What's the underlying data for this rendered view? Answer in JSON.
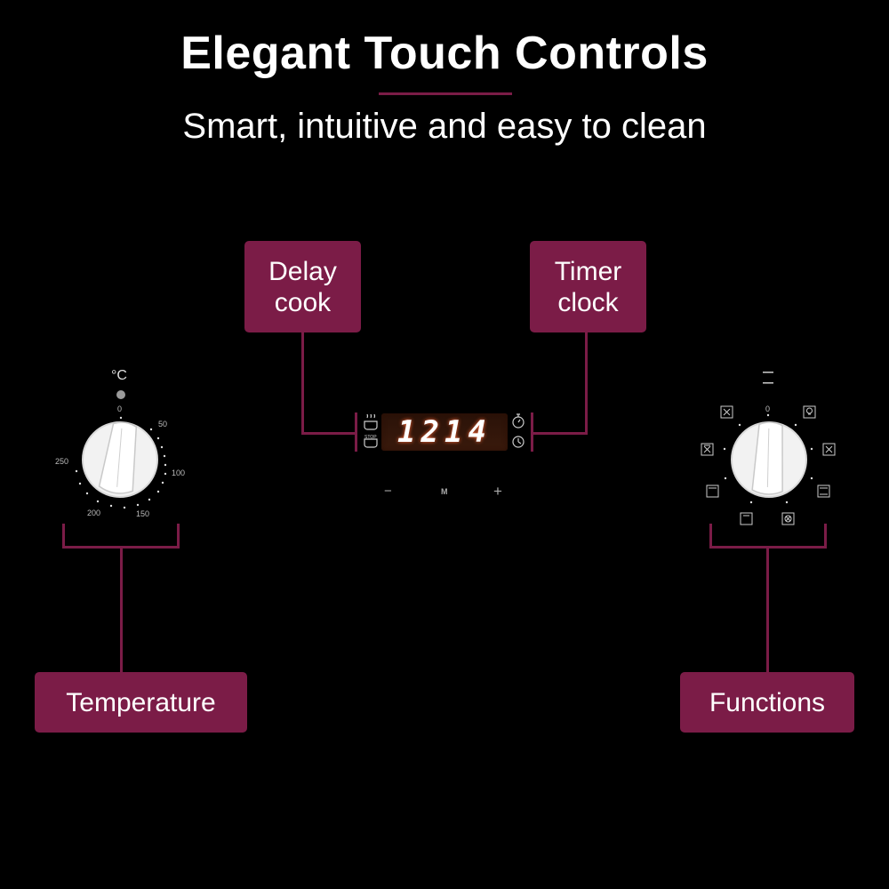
{
  "header": {
    "title": "Elegant Touch Controls",
    "subtitle": "Smart, intuitive and easy to clean"
  },
  "callouts": {
    "delay_cook": {
      "line1": "Delay",
      "line2": "cook"
    },
    "timer_clock": {
      "line1": "Timer",
      "line2": "clock"
    },
    "temperature": "Temperature",
    "functions": "Functions"
  },
  "display": {
    "digits": "1214",
    "left_icons": [
      "steam-pot-icon",
      "stop-pot-icon"
    ],
    "left_icon_label": "STOP",
    "right_icons": [
      "stopwatch-icon",
      "clock-icon"
    ]
  },
  "controls": {
    "minus": "−",
    "mode": "M",
    "plus": "+"
  },
  "temperature_knob": {
    "unit": "°C",
    "scale": [
      "0",
      "50",
      "100",
      "150",
      "200",
      "250"
    ]
  },
  "function_knob": {
    "zero": "0",
    "icons": [
      "top-bottom-heat-icon",
      "lamp-icon",
      "fan-grill-icon",
      "grill-icon",
      "bottom-heat-icon",
      "top-heat-icon",
      "fan-heat-icon",
      "bottom-element-icon",
      "top-element-icon"
    ]
  },
  "colors": {
    "accent": "#7b1c47",
    "display_digits": "#ffffff",
    "display_glow": "#ff6a3a"
  }
}
